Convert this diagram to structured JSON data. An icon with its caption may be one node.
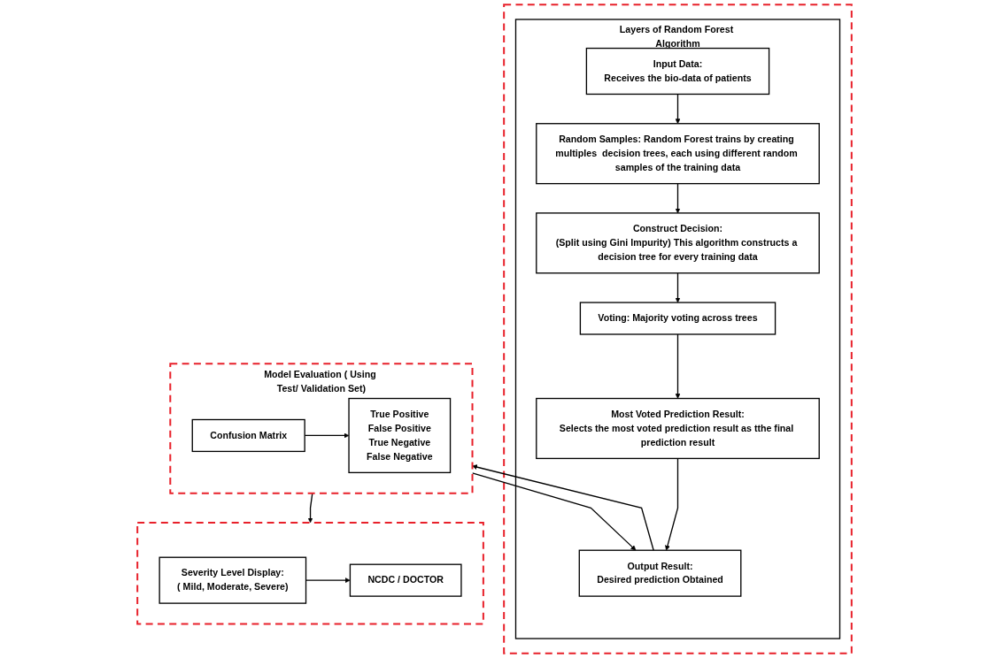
{
  "diagram": {
    "nodes": [
      {
        "text": [],
        "shape": "box"
      },
      {
        "text": [
          "Layers of Random Forest Algorithm"
        ],
        "in": 0
      },
      {
        "text": [
          "Input Data:",
          "Receives the bio-data of patients"
        ],
        "in": 1
      },
      {
        "text": [
          "Random Samples: Random Forest trains by creating multiples  decision trees, each using different random samples of the training data"
        ],
        "in": 1
      },
      {
        "text": [
          "Construct Decision:",
          "(Split using Gini Impurity) This algorithm constructs a decision tree for every training data"
        ],
        "in": 1
      },
      {
        "text": [
          "Voting: Majority voting across trees"
        ],
        "in": 1
      },
      {
        "text": [
          "Most Voted Prediction Result:",
          "Selects the most voted prediction result as tthe final prediction result"
        ],
        "in": 1
      },
      {
        "text": [
          "Output Result:",
          "Desired prediction Obtained"
        ],
        "in": 1
      },
      {
        "text": [
          "Model Evaluation ( Using Test/ Validation Set)"
        ]
      },
      {
        "text": [
          "Confusion Matrix"
        ],
        "in": 8
      },
      {
        "text": [
          "True Positive",
          "False Positive",
          "True Negative",
          "False Negative"
        ],
        "in": 8
      },
      {
        "text": [],
        "shape": "box"
      },
      {
        "text": [
          "Severity Level Display:",
          "( Mild, Moderate, Severe)"
        ],
        "in": 11
      },
      {
        "text": [
          "NCDC / DOCTOR"
        ],
        "in": 11
      }
    ],
    "edges": [
      {
        "from": 2,
        "to": 3,
        "arrow": "to"
      },
      {
        "from": 3,
        "to": 4,
        "arrow": "to"
      },
      {
        "from": 4,
        "to": 5,
        "arrow": "to"
      },
      {
        "from": 5,
        "to": 6,
        "arrow": "to"
      },
      {
        "from": 6,
        "to": 7,
        "arrow": "to"
      },
      {
        "from": 7,
        "to": 8,
        "arrow": "to"
      },
      {
        "from": 8,
        "to": 7,
        "arrow": "to"
      },
      {
        "from": 9,
        "to": 10,
        "arrow": "to"
      },
      {
        "from": 8,
        "to": 11,
        "arrow": "to"
      },
      {
        "from": 12,
        "to": 13,
        "arrow": "to"
      }
    ]
  }
}
